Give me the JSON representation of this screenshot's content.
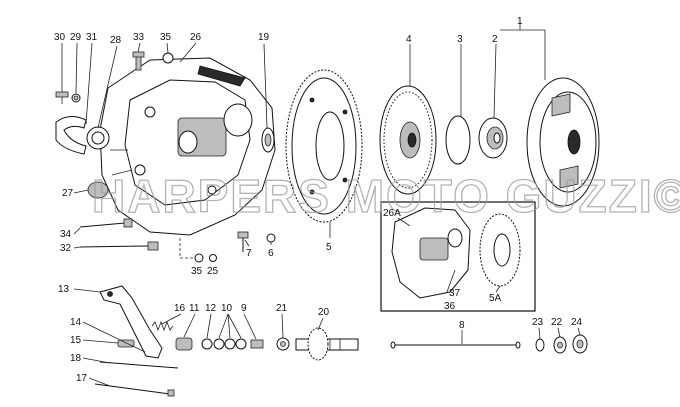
{
  "watermark": "HARPERS MOTO GUZZI©",
  "labels": {
    "l1": "1",
    "l2": "2",
    "l3": "3",
    "l4": "4",
    "l5": "5",
    "l5a": "5A",
    "l6": "6",
    "l7": "7",
    "l8": "8",
    "l9": "9",
    "l10": "10",
    "l11": "11",
    "l12": "12",
    "l13": "13",
    "l14": "14",
    "l15": "15",
    "l16": "16",
    "l17": "17",
    "l18": "18",
    "l19": "19",
    "l20": "20",
    "l21": "21",
    "l22": "22",
    "l23": "23",
    "l24": "24",
    "l25": "25",
    "l26": "26",
    "l26a": "26A",
    "l27": "27",
    "l28": "28",
    "l29": "29",
    "l30": "30",
    "l31": "31",
    "l32": "32",
    "l33": "33",
    "l34": "34",
    "l35": "35",
    "l35b": "35",
    "l36": "36",
    "l37": "37"
  }
}
